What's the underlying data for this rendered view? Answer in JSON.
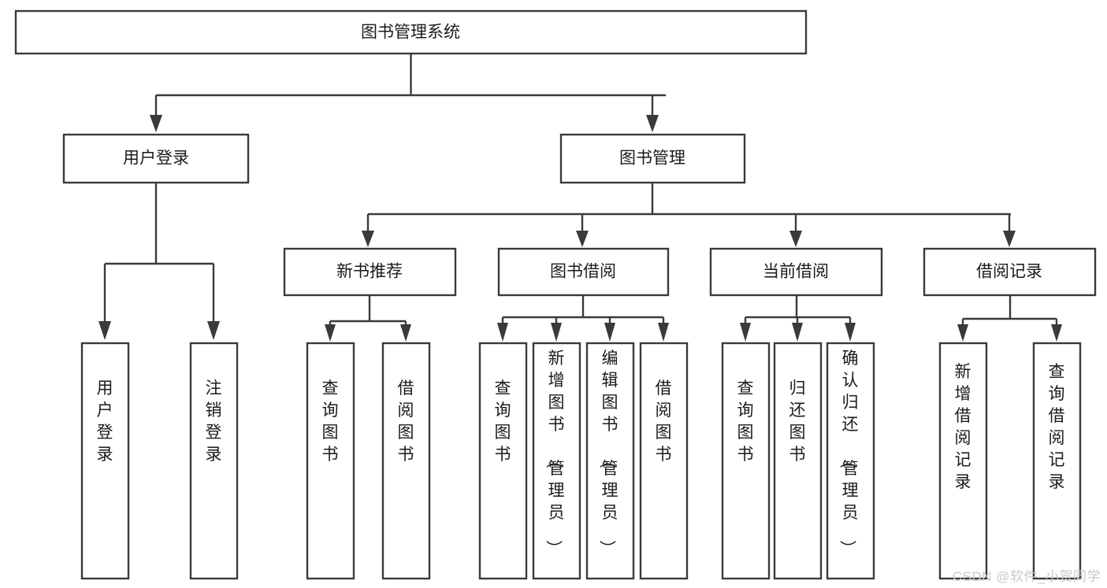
{
  "diagram": {
    "title": "图书管理系统",
    "type": "tree-hierarchy-flowchart",
    "colors": {
      "background": "#ffffff",
      "box_border": "#3a3a3a",
      "box_fill": "#ffffff",
      "text": "#1b1b1b",
      "connector": "#3a3a3a",
      "watermark": "#c9c9c9"
    },
    "root": {
      "label": "图书管理系统"
    },
    "level1": [
      {
        "label": "用户登录"
      },
      {
        "label": "图书管理"
      }
    ],
    "level2": [
      {
        "label": "新书推荐"
      },
      {
        "label": "图书借阅"
      },
      {
        "label": "当前借阅"
      },
      {
        "label": "借阅记录"
      }
    ],
    "leaves": {
      "user_login": [
        {
          "label": "用户登录"
        },
        {
          "label": "注销登录"
        }
      ],
      "new_book_recommend": [
        {
          "label": "查询图书"
        },
        {
          "label": "借阅图书"
        }
      ],
      "book_borrow": [
        {
          "label": "查询图书"
        },
        {
          "label": "新增图书（管理员）"
        },
        {
          "label": "编辑图书（管理员）"
        },
        {
          "label": "借阅图书"
        }
      ],
      "current_borrow": [
        {
          "label": "查询图书"
        },
        {
          "label": "归还图书"
        },
        {
          "label": "确认归还（管理员）"
        }
      ],
      "borrow_record": [
        {
          "label": "新增借阅记录"
        },
        {
          "label": "查询借阅记录"
        }
      ]
    }
  },
  "watermark": {
    "text": "CSDN @软件_小贺同学"
  }
}
